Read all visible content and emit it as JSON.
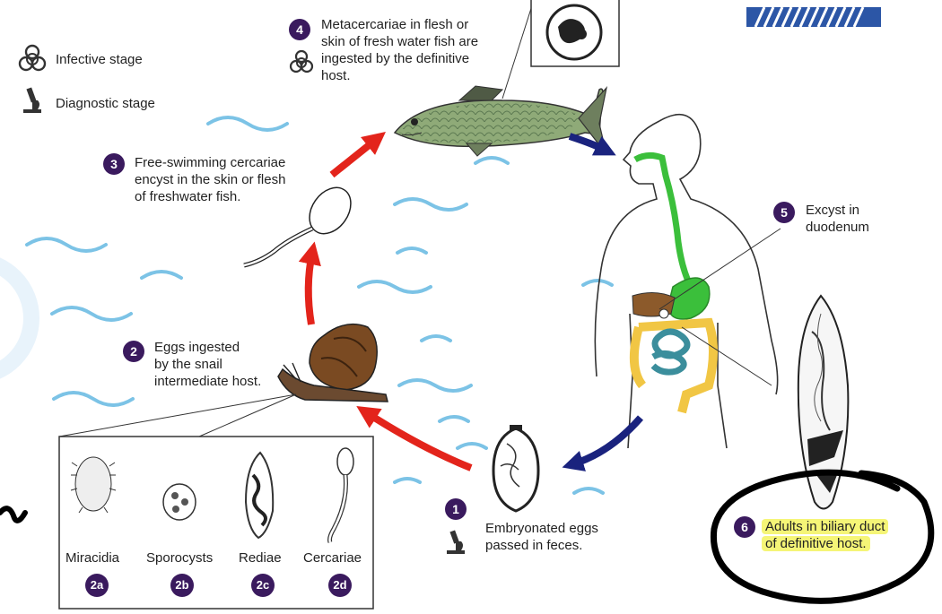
{
  "legend": {
    "infective": "Infective stage",
    "diagnostic": "Diagnostic stage",
    "infective_icon": "biohazard-icon",
    "diagnostic_icon": "microscope-icon"
  },
  "steps": [
    {
      "num": "1",
      "text_lines": [
        "Embryonated eggs",
        "passed in feces."
      ]
    },
    {
      "num": "2",
      "text_lines": [
        "Eggs ingested",
        "by the snail",
        "intermediate host."
      ]
    },
    {
      "num": "3",
      "text_lines": [
        "Free-swimming cercariae",
        "encyst in the skin or flesh",
        "of freshwater fish."
      ]
    },
    {
      "num": "4",
      "text_lines": [
        "Metacercariae in flesh or",
        "skin of fresh water fish are",
        "ingested by the definitive",
        "host."
      ]
    },
    {
      "num": "5",
      "text_lines": [
        "Excyst in",
        "duodenum"
      ]
    },
    {
      "num": "6",
      "text_lines": [
        "Adults in biliary duct",
        "of definitive host."
      ]
    }
  ],
  "snail_stages": [
    {
      "label": "Miracidia",
      "tag": "2a"
    },
    {
      "label": "Sporocysts",
      "tag": "2b"
    },
    {
      "label": "Rediae",
      "tag": "2c"
    },
    {
      "label": "Cercariae",
      "tag": "2d"
    }
  ],
  "colors": {
    "badge": "#3a1a5e",
    "water": "#7cc3e6",
    "red_arrow": "#e3241b",
    "blue_arrow": "#1a237e",
    "highlight": "#f5f577",
    "gut_green": "#3bbf3b",
    "gut_yellow": "#f1c644",
    "gut_teal": "#3b8e9c"
  }
}
